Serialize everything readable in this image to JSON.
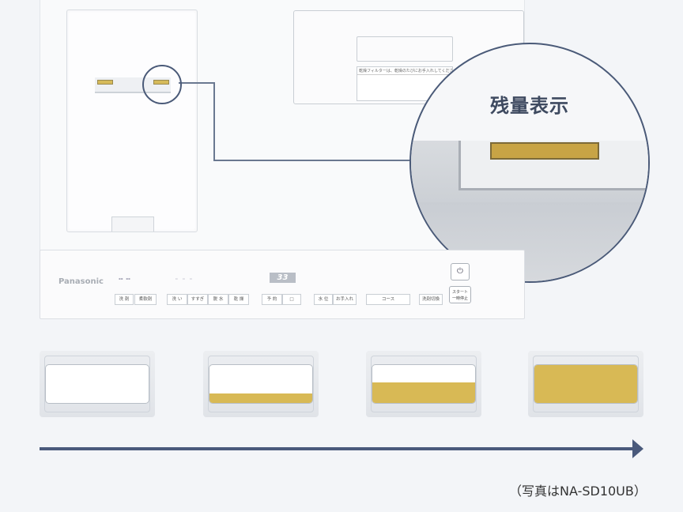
{
  "callout": {
    "title": "残量表示"
  },
  "control_panel": {
    "brand": "Panasonic",
    "display": "33",
    "buttons": [
      "洗 剤",
      "柔軟剤",
      "洗 い",
      "すすぎ",
      "脱 水",
      "乾 燥",
      "予 約",
      "□",
      "水 位",
      "お手入れ",
      "コース",
      "洗剤切換"
    ],
    "start": "スタート\n一時停止",
    "power": "⏻"
  },
  "filter_label": "乾燥フィルターは、乾燥のたびにお手入れしてください",
  "levels": [
    {
      "fill": 0.0
    },
    {
      "fill": 0.25
    },
    {
      "fill": 0.55
    },
    {
      "fill": 1.0
    }
  ],
  "caption": "（写真はNA-SD10UB）",
  "colors": {
    "accent": "#4a5a7c",
    "gauge": "#d8b955"
  }
}
